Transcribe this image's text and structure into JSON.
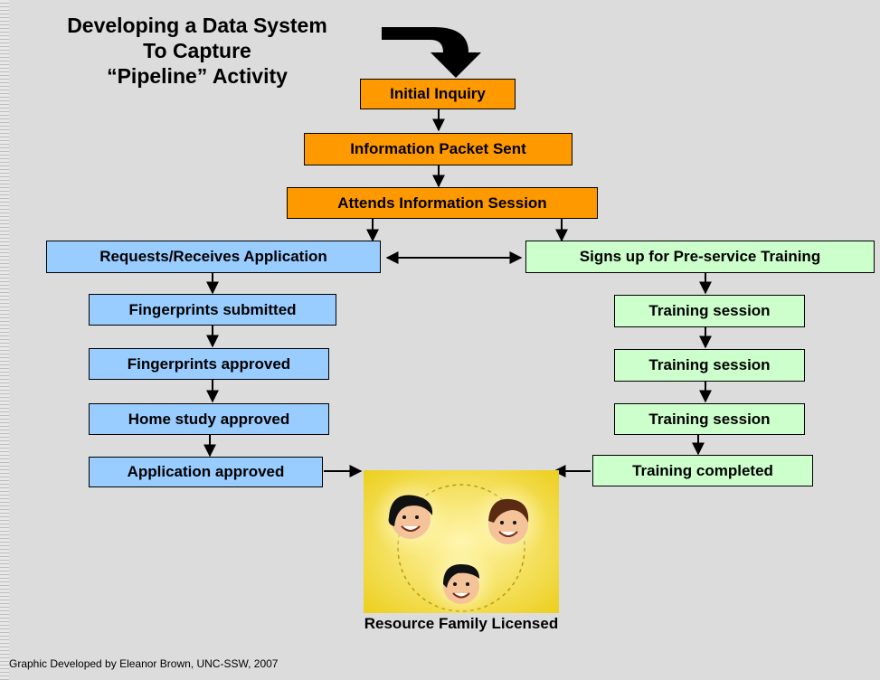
{
  "title": {
    "line1": "Developing a Data System",
    "line2": "To Capture",
    "line3": "“Pipeline” Activity"
  },
  "steps": {
    "initial_inquiry": "Initial Inquiry",
    "info_packet": "Information Packet Sent",
    "info_session": "Attends Information Session",
    "application_request": "Requests/Receives Application",
    "preservice_signup": "Signs up for Pre-service Training",
    "fingerprints_submitted": "Fingerprints submitted",
    "fingerprints_approved": "Fingerprints approved",
    "home_study": "Home study approved",
    "application_approved": "Application approved",
    "training_1": "Training session",
    "training_2": "Training session",
    "training_3": "Training session",
    "training_completed": "Training completed"
  },
  "outcome": "Resource Family Licensed",
  "credit": "Graphic Developed by Eleanor Brown, UNC-SSW, 2007",
  "colors": {
    "orange_step": "#ff9900",
    "blue_step": "#99ccff",
    "green_step": "#ccffcc",
    "background": "#dcdcdc"
  },
  "icons": [
    "curved-arrow-icon",
    "happy-family-faces-icon"
  ]
}
